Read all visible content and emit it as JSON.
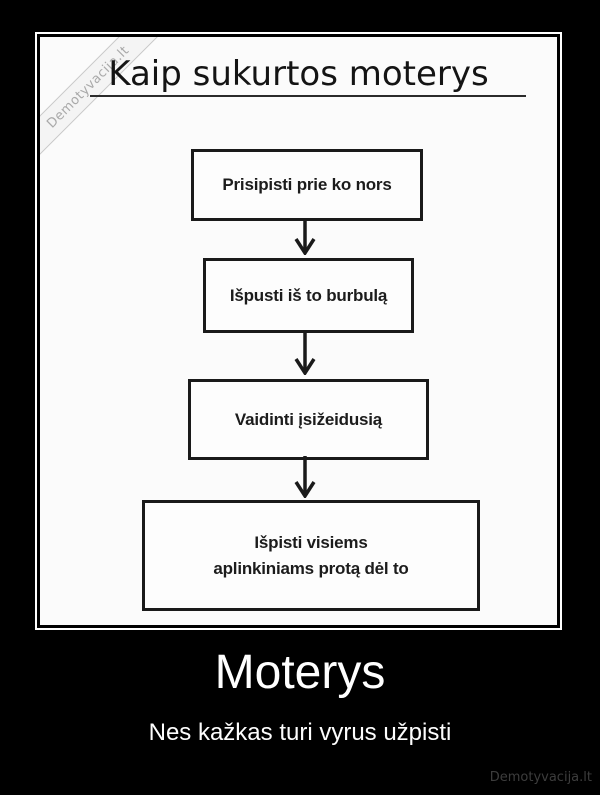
{
  "poster": {
    "title": "Kaip sukurtos moterys",
    "caption": "Moterys",
    "subcaption": "Nes kažkas turi vyrus užpisti"
  },
  "flowchart": {
    "steps": [
      {
        "lines": [
          "Prisipisti prie ko nors"
        ]
      },
      {
        "lines": [
          "Išpusti iš to burbulą"
        ]
      },
      {
        "lines": [
          "Vaidinti įsižeidusią"
        ]
      },
      {
        "lines": [
          "Išpisti visiems",
          "aplinkiniams protą dėl to"
        ]
      }
    ]
  },
  "watermarks": {
    "ribbon": "Demotyvacija.lt",
    "footer": "Demotyvacija.lt"
  },
  "colors": {
    "background": "#000000",
    "photo_background": "#fbfbfb",
    "ink": "#1a1a1a",
    "frame_border": "#ffffff",
    "caption_text": "#ffffff",
    "ribbon_text": "#a9a9a9",
    "footer_watermark": "#3d3d3d"
  }
}
